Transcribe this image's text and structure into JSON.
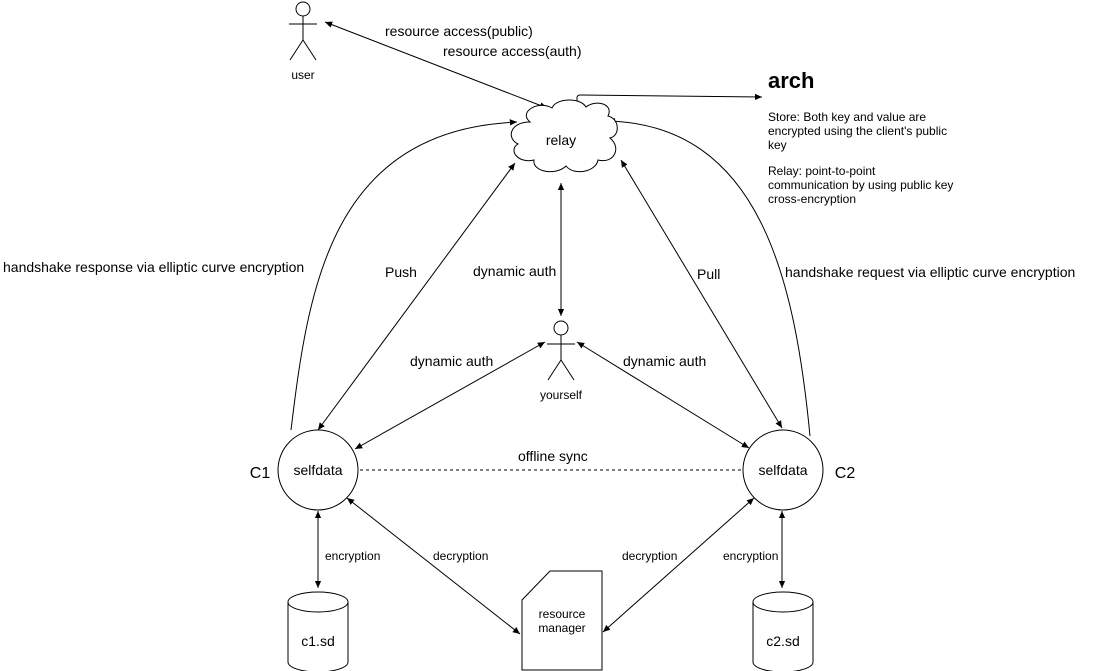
{
  "title": "arch",
  "notes": {
    "store": "Store: Both key and value are encrypted using the client's public key",
    "relay": "Relay: point-to-point communication by using public key cross-encryption"
  },
  "actors": {
    "user": "user",
    "yourself": "yourself"
  },
  "nodes": {
    "relay": "relay",
    "c1_selfdata": "selfdata",
    "c2_selfdata": "selfdata",
    "c1_label": "C1",
    "c2_label": "C2",
    "c1_store": "c1.sd",
    "c2_store": "c2.sd",
    "resource_manager_line1": "resource",
    "resource_manager_line2": "manager"
  },
  "edges": {
    "resource_public": "resource access(public)",
    "resource_auth": "resource access(auth)",
    "handshake_response": "handshake response via elliptic curve encryption",
    "handshake_request": "handshake request via elliptic curve encryption",
    "push": "Push",
    "pull": "Pull",
    "dynamic_auth_center": "dynamic auth",
    "dynamic_auth_left": "dynamic auth",
    "dynamic_auth_right": "dynamic auth",
    "offline_sync": "offline sync",
    "encryption_left": "encryption",
    "encryption_right": "encryption",
    "decryption_left": "decryption",
    "decryption_right": "decryption"
  }
}
